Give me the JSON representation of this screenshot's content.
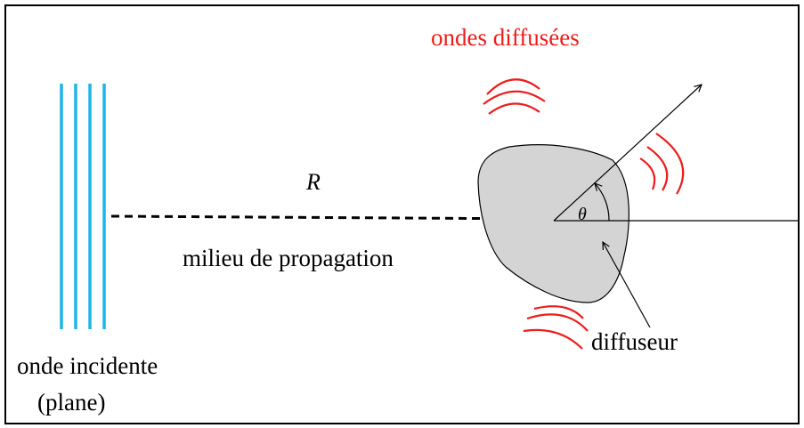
{
  "labels": {
    "scattered_waves": "ondes diffusées",
    "distance": "R",
    "medium": "milieu de propagation",
    "angle": "θ",
    "scatterer": "diffuseur",
    "incident_wave_line1": "onde incidente",
    "incident_wave_line2": "(plane)"
  },
  "colors": {
    "wavefront": "#1fb4e8",
    "scattered_wave": "#ee1c1c",
    "scatterer_fill": "#d4d4d4",
    "line": "#000000"
  },
  "icons": {
    "incident_wavefronts": "vertical-lines",
    "scattered_arcs": "concentric-arcs"
  }
}
